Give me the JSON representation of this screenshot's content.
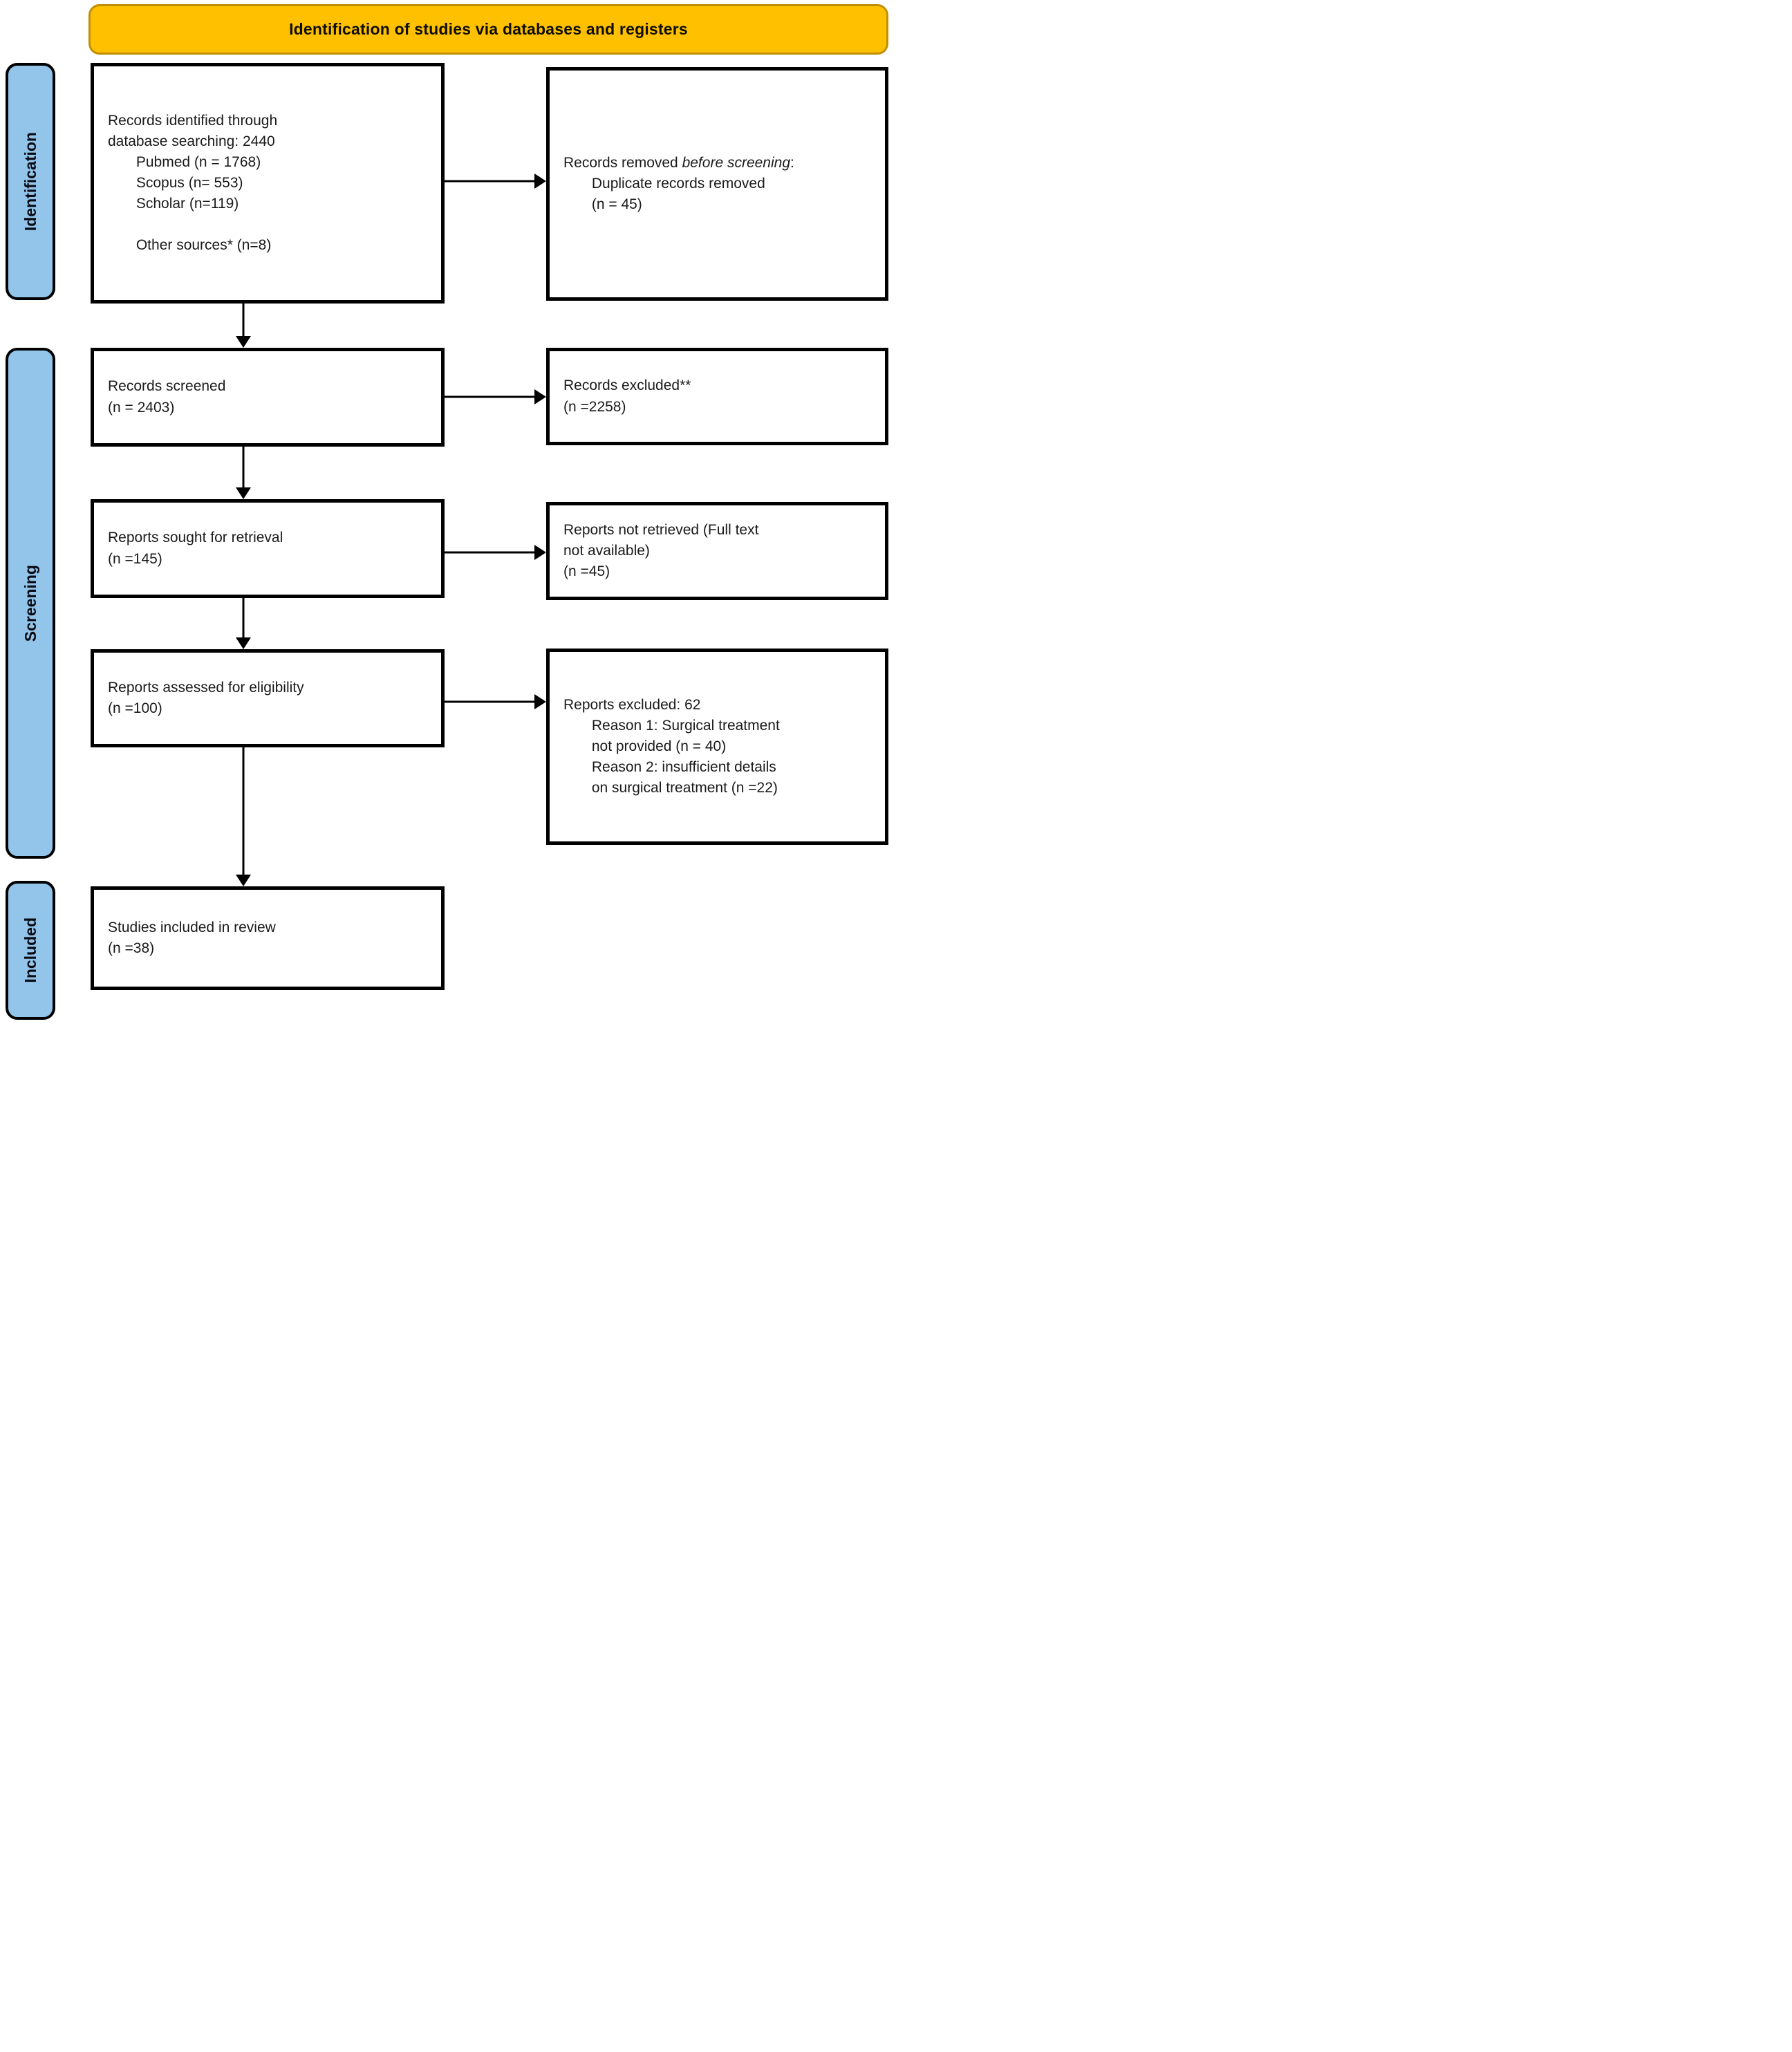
{
  "banner": {
    "title": "Identification of studies via databases and registers"
  },
  "sidebar": {
    "items": [
      {
        "label": "Identification"
      },
      {
        "label": "Screening"
      },
      {
        "label": "Included"
      }
    ]
  },
  "flow": {
    "identified": {
      "text": "Records identified through\ndatabase searching: 2440\n       Pubmed (n = 1768)\n       Scopus (n= 553)\n       Scholar (n=119)\n\n       Other sources* (n=8)"
    },
    "removed_before_screening": {
      "prefix": "Records removed ",
      "emphasis": "before screening",
      "suffix": ":",
      "detail": "\n       Duplicate records removed\n       (n = 45)"
    },
    "screened": {
      "text": "Records screened\n(n = 2403)"
    },
    "records_excluded": {
      "text": "Records excluded**\n(n =2258)"
    },
    "sought": {
      "text": "Reports sought for retrieval\n(n =145)"
    },
    "not_retrieved": {
      "text": "Reports not retrieved (Full text\nnot available)\n(n =45)"
    },
    "assessed": {
      "text": "Reports assessed for eligibility\n(n =100)"
    },
    "reports_excluded": {
      "text": "Reports excluded: 62\n       Reason 1: Surgical treatment\n       not provided (n = 40)\n       Reason 2: insufficient details\n       on surgical treatment (n =22)"
    },
    "included_studies": {
      "text": "Studies included in review\n(n =38)"
    }
  },
  "colors": {
    "banner_fill": "#FFC000",
    "banner_border": "#BF9000",
    "stage_fill": "#92C5E9",
    "line": "#000000"
  }
}
